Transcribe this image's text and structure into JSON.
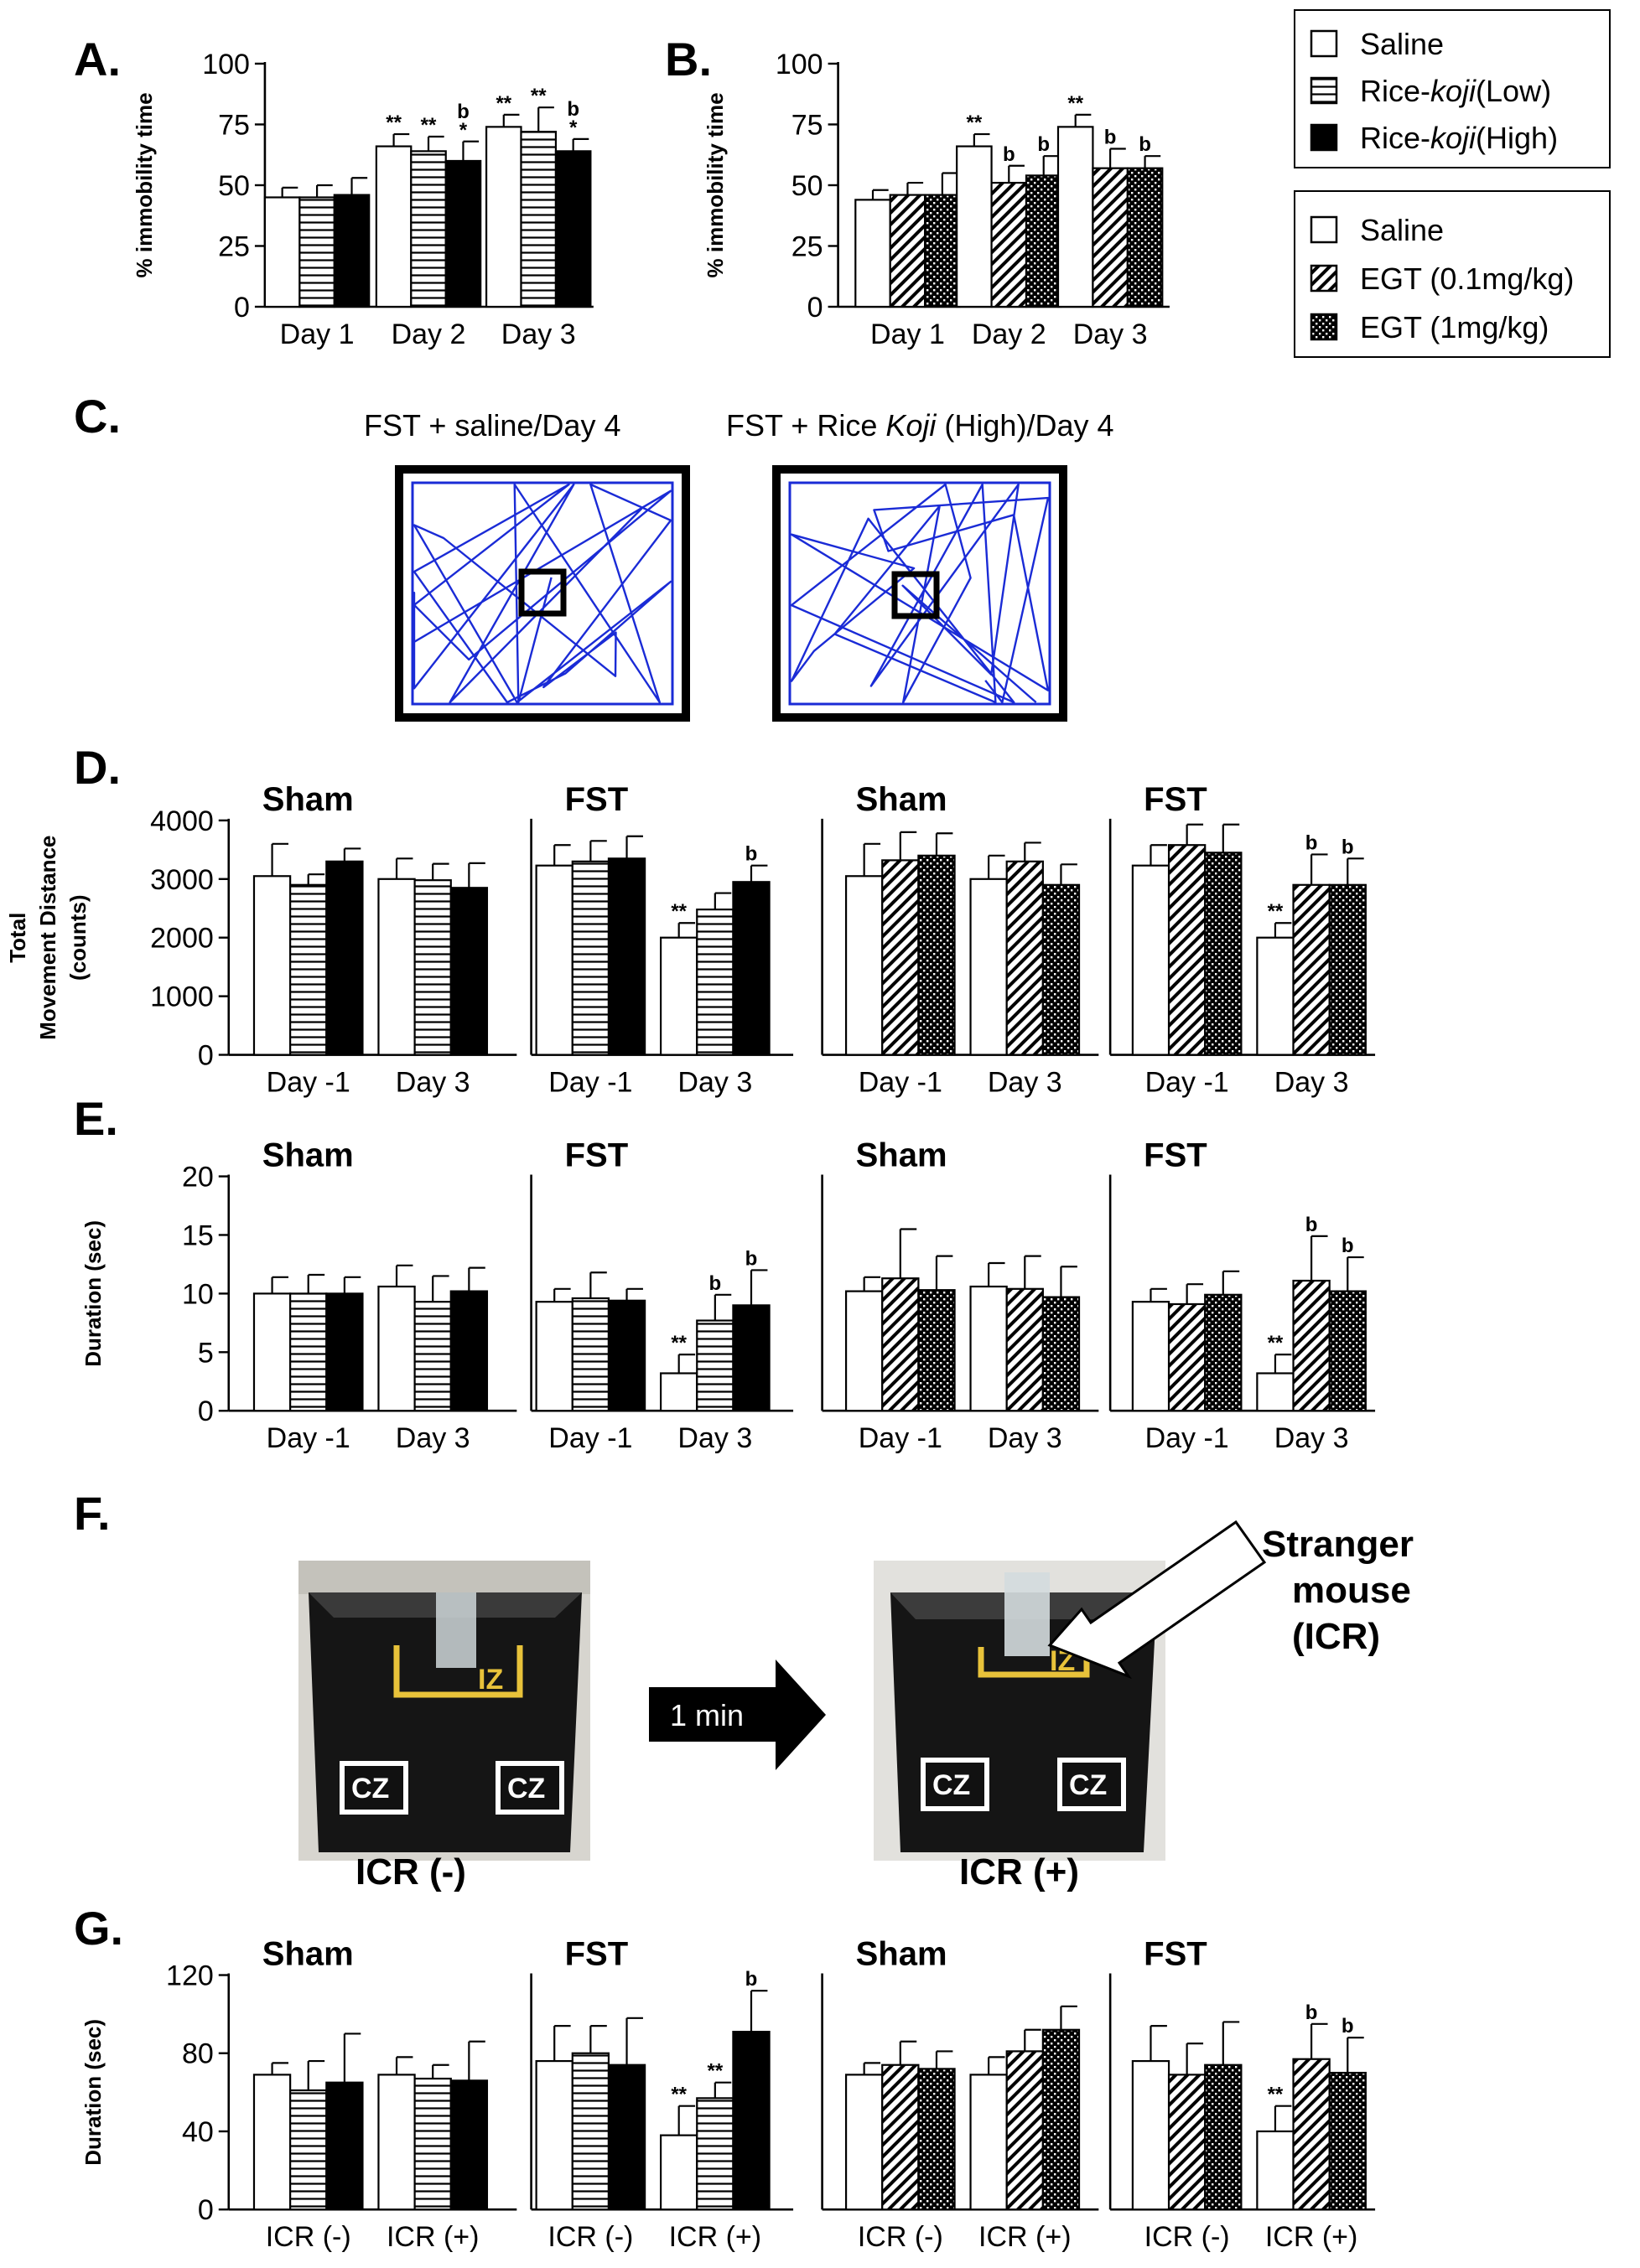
{
  "panel_letters": [
    "A.",
    "B.",
    "C.",
    "D.",
    "E.",
    "F.",
    "G."
  ],
  "legend_koji": {
    "items": [
      {
        "label": "Saline",
        "fill": "white"
      },
      {
        "label_prefix": "Rice-",
        "label_italic": "koji",
        "label_suffix": "(Low)",
        "fill": "hlines"
      },
      {
        "label_prefix": "Rice-",
        "label_italic": "koji",
        "label_suffix": "(High)",
        "fill": "black"
      }
    ]
  },
  "legend_egt": {
    "items": [
      {
        "label": "Saline",
        "fill": "white"
      },
      {
        "label": "EGT (0.1mg/kg)",
        "fill": "diag"
      },
      {
        "label": "EGT (1mg/kg)",
        "fill": "dots"
      }
    ]
  },
  "panel_c": {
    "caption_left": "FST + saline/Day 4",
    "caption_right_prefix": "FST + Rice ",
    "caption_right_italic": "Koji",
    "caption_right_suffix": " (High)/Day 4",
    "track_color": "#1a2bd6"
  },
  "panel_f": {
    "arrow_label": "1 min",
    "zone_iz": "IZ",
    "zone_cz": "CZ",
    "caption_left": "ICR (-)",
    "caption_right": "ICR (+)",
    "callout": [
      "Stranger",
      "mouse",
      "(ICR)"
    ],
    "zone_color": "#e8c23a"
  },
  "chart_data": [
    {
      "id": "A",
      "type": "bar",
      "ylabel": "% immobility time",
      "ylim": [
        0,
        100
      ],
      "yticks": [
        0,
        25,
        50,
        75,
        100
      ],
      "categories": [
        "Day 1",
        "Day 2",
        "Day 3"
      ],
      "series": [
        {
          "name": "Saline",
          "fill": "white",
          "values": [
            45,
            66,
            74
          ],
          "err": [
            4,
            5,
            5
          ],
          "marks": [
            "",
            "**",
            "**"
          ]
        },
        {
          "name": "Rice-koji (Low)",
          "fill": "hlines",
          "values": [
            45,
            64,
            72
          ],
          "err": [
            5,
            6,
            10
          ],
          "marks": [
            "",
            "**",
            "**"
          ]
        },
        {
          "name": "Rice-koji (High)",
          "fill": "black",
          "values": [
            46,
            60,
            64
          ],
          "err": [
            7,
            8,
            5
          ],
          "marks": [
            "",
            "b *",
            "b *"
          ]
        }
      ]
    },
    {
      "id": "B",
      "type": "bar",
      "ylabel": "% immobility time",
      "ylim": [
        0,
        100
      ],
      "yticks": [
        0,
        25,
        50,
        75,
        100
      ],
      "categories": [
        "Day 1",
        "Day 2",
        "Day 3"
      ],
      "series": [
        {
          "name": "Saline",
          "fill": "white",
          "values": [
            44,
            66,
            74
          ],
          "err": [
            4,
            5,
            5
          ],
          "marks": [
            "",
            "**",
            "**"
          ]
        },
        {
          "name": "EGT (0.1mg/kg)",
          "fill": "diag",
          "values": [
            46,
            51,
            57
          ],
          "err": [
            5,
            7,
            8
          ],
          "marks": [
            "",
            "b",
            "b"
          ]
        },
        {
          "name": "EGT (1mg/kg)",
          "fill": "dots",
          "values": [
            46,
            54,
            57
          ],
          "err": [
            9,
            8,
            5
          ],
          "marks": [
            "",
            "b",
            "b"
          ]
        }
      ]
    },
    {
      "id": "D1",
      "type": "bar",
      "title": "Sham",
      "ylabel": "Total Movement Distance (counts)",
      "ylim": [
        0,
        4000
      ],
      "yticks": [
        0,
        1000,
        2000,
        3000,
        4000
      ],
      "categories": [
        "Day -1",
        "Day 3"
      ],
      "series": [
        {
          "fill": "white",
          "values": [
            3050,
            3000
          ],
          "err": [
            550,
            350
          ],
          "marks": [
            "",
            ""
          ]
        },
        {
          "fill": "hlines",
          "values": [
            2900,
            2980
          ],
          "err": [
            180,
            280
          ],
          "marks": [
            "",
            ""
          ]
        },
        {
          "fill": "black",
          "values": [
            3300,
            2850
          ],
          "err": [
            220,
            420
          ],
          "marks": [
            "",
            ""
          ]
        }
      ]
    },
    {
      "id": "D2",
      "type": "bar",
      "title": "FST",
      "ylim": [
        0,
        4000
      ],
      "categories": [
        "Day -1",
        "Day 3"
      ],
      "series": [
        {
          "fill": "white",
          "values": [
            3230,
            2000
          ],
          "err": [
            350,
            250
          ],
          "marks": [
            "",
            "**"
          ]
        },
        {
          "fill": "hlines",
          "values": [
            3300,
            2480
          ],
          "err": [
            350,
            280
          ],
          "marks": [
            "",
            ""
          ]
        },
        {
          "fill": "black",
          "values": [
            3350,
            2950
          ],
          "err": [
            380,
            280
          ],
          "marks": [
            "",
            "b"
          ]
        }
      ]
    },
    {
      "id": "D3",
      "type": "bar",
      "title": "Sham",
      "ylim": [
        0,
        4000
      ],
      "categories": [
        "Day -1",
        "Day 3"
      ],
      "series": [
        {
          "fill": "white",
          "values": [
            3050,
            3000
          ],
          "err": [
            550,
            400
          ],
          "marks": [
            "",
            ""
          ]
        },
        {
          "fill": "diag",
          "values": [
            3320,
            3300
          ],
          "err": [
            480,
            320
          ],
          "marks": [
            "",
            ""
          ]
        },
        {
          "fill": "dots",
          "values": [
            3400,
            2900
          ],
          "err": [
            380,
            350
          ],
          "marks": [
            "",
            ""
          ]
        }
      ]
    },
    {
      "id": "D4",
      "type": "bar",
      "title": "FST",
      "ylim": [
        0,
        4000
      ],
      "categories": [
        "Day -1",
        "Day 3"
      ],
      "series": [
        {
          "fill": "white",
          "values": [
            3230,
            2000
          ],
          "err": [
            350,
            250
          ],
          "marks": [
            "",
            "**"
          ]
        },
        {
          "fill": "diag",
          "values": [
            3580,
            2900
          ],
          "err": [
            350,
            520
          ],
          "marks": [
            "",
            "b"
          ]
        },
        {
          "fill": "dots",
          "values": [
            3450,
            2900
          ],
          "err": [
            480,
            450
          ],
          "marks": [
            "",
            "b"
          ]
        }
      ]
    },
    {
      "id": "E1",
      "type": "bar",
      "title": "Sham",
      "ylabel": "Duration (sec)",
      "ylim": [
        0,
        20
      ],
      "yticks": [
        0,
        5,
        10,
        15,
        20
      ],
      "categories": [
        "Day -1",
        "Day 3"
      ],
      "series": [
        {
          "fill": "white",
          "values": [
            10,
            10.6
          ],
          "err": [
            1.4,
            1.8
          ],
          "marks": [
            "",
            ""
          ]
        },
        {
          "fill": "hlines",
          "values": [
            10,
            9.3
          ],
          "err": [
            1.6,
            2.2
          ],
          "marks": [
            "",
            ""
          ]
        },
        {
          "fill": "black",
          "values": [
            10,
            10.2
          ],
          "err": [
            1.4,
            2
          ]
        },
        {
          "fill": "black",
          "values": [],
          "err": [],
          "marks": []
        }
      ]
    },
    {
      "id": "E2",
      "type": "bar",
      "title": "FST",
      "ylim": [
        0,
        20
      ],
      "categories": [
        "Day -1",
        "Day 3"
      ],
      "series": [
        {
          "fill": "white",
          "values": [
            9.3,
            3.2
          ],
          "err": [
            1.1,
            1.6
          ],
          "marks": [
            "",
            "**"
          ]
        },
        {
          "fill": "hlines",
          "values": [
            9.6,
            7.7
          ],
          "err": [
            2.2,
            2.2
          ],
          "marks": [
            "",
            "b"
          ]
        },
        {
          "fill": "black",
          "values": [
            9.4,
            9
          ],
          "err": [
            1,
            3
          ],
          "marks": [
            "",
            "b"
          ]
        }
      ]
    },
    {
      "id": "E3",
      "type": "bar",
      "title": "Sham",
      "ylim": [
        0,
        20
      ],
      "categories": [
        "Day -1",
        "Day 3"
      ],
      "series": [
        {
          "fill": "white",
          "values": [
            10.2,
            10.6
          ],
          "err": [
            1.2,
            2
          ]
        },
        {
          "fill": "diag",
          "values": [
            11.3,
            10.4
          ],
          "err": [
            4.2,
            2.8
          ]
        },
        {
          "fill": "dots",
          "values": [
            10.3,
            9.7
          ],
          "err": [
            2.9,
            2.6
          ]
        }
      ]
    },
    {
      "id": "E4",
      "type": "bar",
      "title": "FST",
      "ylim": [
        0,
        20
      ],
      "categories": [
        "Day -1",
        "Day 3"
      ],
      "series": [
        {
          "fill": "white",
          "values": [
            9.3,
            3.2
          ],
          "err": [
            1.1,
            1.6
          ],
          "marks": [
            "",
            "**"
          ]
        },
        {
          "fill": "diag",
          "values": [
            9.1,
            11.1
          ],
          "err": [
            1.7,
            3.8
          ],
          "marks": [
            "",
            "b"
          ]
        },
        {
          "fill": "dots",
          "values": [
            9.9,
            10.2
          ],
          "err": [
            2,
            2.9
          ],
          "marks": [
            "",
            "b"
          ]
        }
      ]
    },
    {
      "id": "G1",
      "type": "bar",
      "title": "Sham",
      "ylabel": "Duration (sec)",
      "ylim": [
        0,
        120
      ],
      "yticks": [
        0,
        40,
        80,
        120
      ],
      "categories": [
        "ICR (-)",
        "ICR (+)"
      ],
      "series": [
        {
          "fill": "white",
          "values": [
            69,
            69
          ],
          "err": [
            6,
            9
          ]
        },
        {
          "fill": "hlines",
          "values": [
            61,
            67
          ],
          "err": [
            15,
            7
          ]
        },
        {
          "fill": "black",
          "values": [
            65,
            66
          ],
          "err": [
            25,
            20
          ]
        }
      ]
    },
    {
      "id": "G2",
      "type": "bar",
      "title": "FST",
      "ylim": [
        0,
        120
      ],
      "categories": [
        "ICR (-)",
        "ICR (+)"
      ],
      "series": [
        {
          "fill": "white",
          "values": [
            76,
            38
          ],
          "err": [
            18,
            15
          ],
          "marks": [
            "",
            "**"
          ]
        },
        {
          "fill": "hlines",
          "values": [
            80,
            57
          ],
          "err": [
            14,
            8
          ],
          "marks": [
            "",
            "**"
          ]
        },
        {
          "fill": "black",
          "values": [
            74,
            91
          ],
          "err": [
            24,
            21
          ],
          "marks": [
            "",
            "b"
          ]
        }
      ]
    },
    {
      "id": "G3",
      "type": "bar",
      "title": "Sham",
      "ylim": [
        0,
        120
      ],
      "categories": [
        "ICR (-)",
        "ICR (+)"
      ],
      "series": [
        {
          "fill": "white",
          "values": [
            69,
            69
          ],
          "err": [
            6,
            9
          ]
        },
        {
          "fill": "diag",
          "values": [
            74,
            81
          ],
          "err": [
            12,
            11
          ]
        },
        {
          "fill": "dots",
          "values": [
            72,
            92
          ],
          "err": [
            9,
            12
          ]
        }
      ]
    },
    {
      "id": "G4",
      "type": "bar",
      "title": "FST",
      "ylim": [
        0,
        120
      ],
      "categories": [
        "ICR (-)",
        "ICR (+)"
      ],
      "series": [
        {
          "fill": "white",
          "values": [
            76,
            40
          ],
          "err": [
            18,
            13
          ],
          "marks": [
            "",
            "**"
          ]
        },
        {
          "fill": "diag",
          "values": [
            69,
            77
          ],
          "err": [
            16,
            18
          ],
          "marks": [
            "",
            "b"
          ]
        },
        {
          "fill": "dots",
          "values": [
            74,
            70
          ],
          "err": [
            22,
            18
          ],
          "marks": [
            "",
            "b"
          ]
        }
      ]
    }
  ]
}
